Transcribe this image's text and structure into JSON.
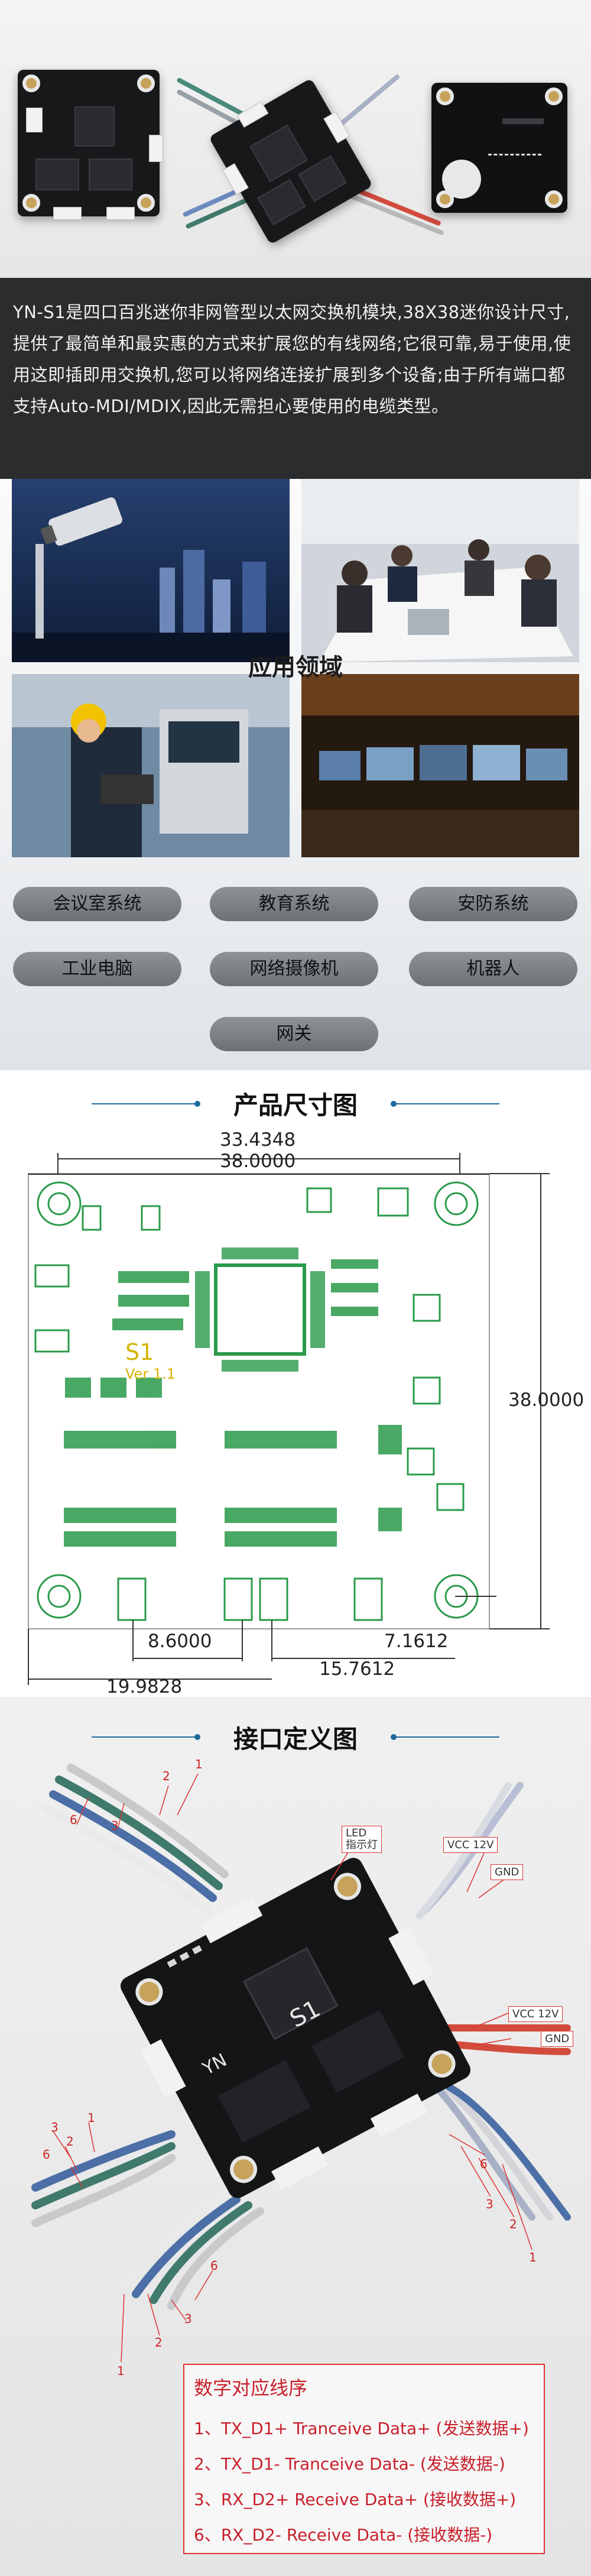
{
  "description": "YN-S1是四口百兆迷你非网管型以太网交换机模块,38X38迷你设计尺寸,提供了最简单和最实惠的方式来扩展您的有线网络;它很可靠,易于使用,使用这即插即用交换机,您可以将网络连接扩展到多个设备;由于所有端口都支持Auto-MDI/MDIX,因此无需担心要使用的电缆类型。",
  "applications": {
    "title": "应用领域",
    "items": [
      "会议室系统",
      "教育系统",
      "安防系统",
      "工业电脑",
      "网络摄像机",
      "机器人",
      "网关"
    ]
  },
  "dimensions": {
    "title": "产品尺寸图",
    "labels": [
      "33.4348",
      "38.0000",
      "38.0000",
      "8.6000",
      "15.7612",
      "19.9828",
      "7.1612"
    ],
    "silk": [
      "S1",
      "Ver 1.1"
    ]
  },
  "interface": {
    "title": "接口定义图",
    "callouts": {
      "led": "LED\n指示灯",
      "vcc": "VCC 12V",
      "gnd": "GND"
    },
    "wire_numbers": [
      "1",
      "2",
      "3",
      "6"
    ],
    "board_marks": [
      "S1",
      "YN"
    ],
    "legend": {
      "title": "数字对应线序",
      "rows": [
        "1、TX_D1+  Tranceive Data+ (发送数据+)",
        "2、TX_D1-  Tranceive Data- (发送数据-)",
        "3、RX_D2+ Receive Data+ (接收数据+)",
        "6、RX_D2-  Receive Data- (接收数据-)"
      ]
    }
  },
  "colors": {
    "accent": "#1d6b9c",
    "legend_red": "#c81e2a",
    "pill": "#7c8185",
    "dark_bg": "#2b2c2e"
  }
}
